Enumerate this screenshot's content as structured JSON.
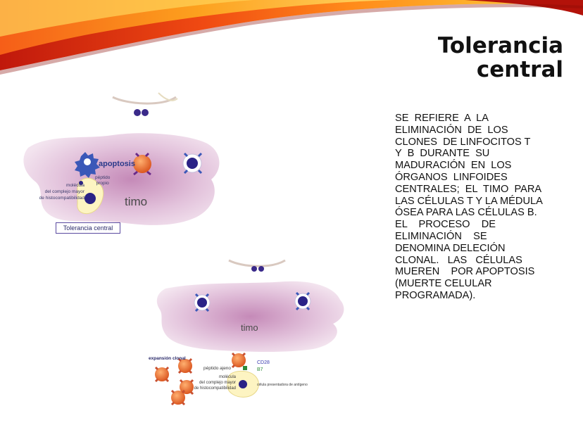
{
  "slide": {
    "title_line1": "Tolerancia",
    "title_line2": "central",
    "body_lines": [
      "SE  REFIERE  A  LA",
      "ELIMINACIÓN  DE  LOS",
      "CLONES  DE LINFOCITOS T",
      "Y  B  DURANTE  SU",
      "MADURACIÓN  EN  LOS",
      "ÓRGANOS  LINFOIDES",
      "CENTRALES;  EL  TIMO  PARA",
      "LAS CÉLULAS T Y LA MÉDULA",
      "ÓSEA PARA LAS CÉLULAS B.",
      "EL    PROCESO    DE",
      "ELIMINACIÓN    SE",
      "DENOMINA DELECIÓN",
      "CLONAL.   LAS   CÉLULAS",
      "MUEREN    POR APOPTOSIS",
      "(MUERTE CELULAR",
      "PROGRAMADA)."
    ]
  },
  "figure_top": {
    "apoptosis": "apoptosis",
    "peptide_line1": "péptido",
    "peptide_line2": "propio",
    "mhc_line1": "molécula",
    "mhc_line2": "del complejo mayor",
    "mhc_line3": "de histocompatibilidad",
    "organ": "timo",
    "caption": "Tolerancia central"
  },
  "figure_bottom": {
    "organ": "timo",
    "clonal_expansion": "expansión clonal",
    "foreign_peptide": "péptido ajeno",
    "cd28": "CD28",
    "b7": "B7",
    "mhc_line1": "molécula",
    "mhc_line2": "del complejo mayor",
    "mhc_line3": "de histocompatibilidad",
    "apc": "célula presentadora de antígeno"
  }
}
